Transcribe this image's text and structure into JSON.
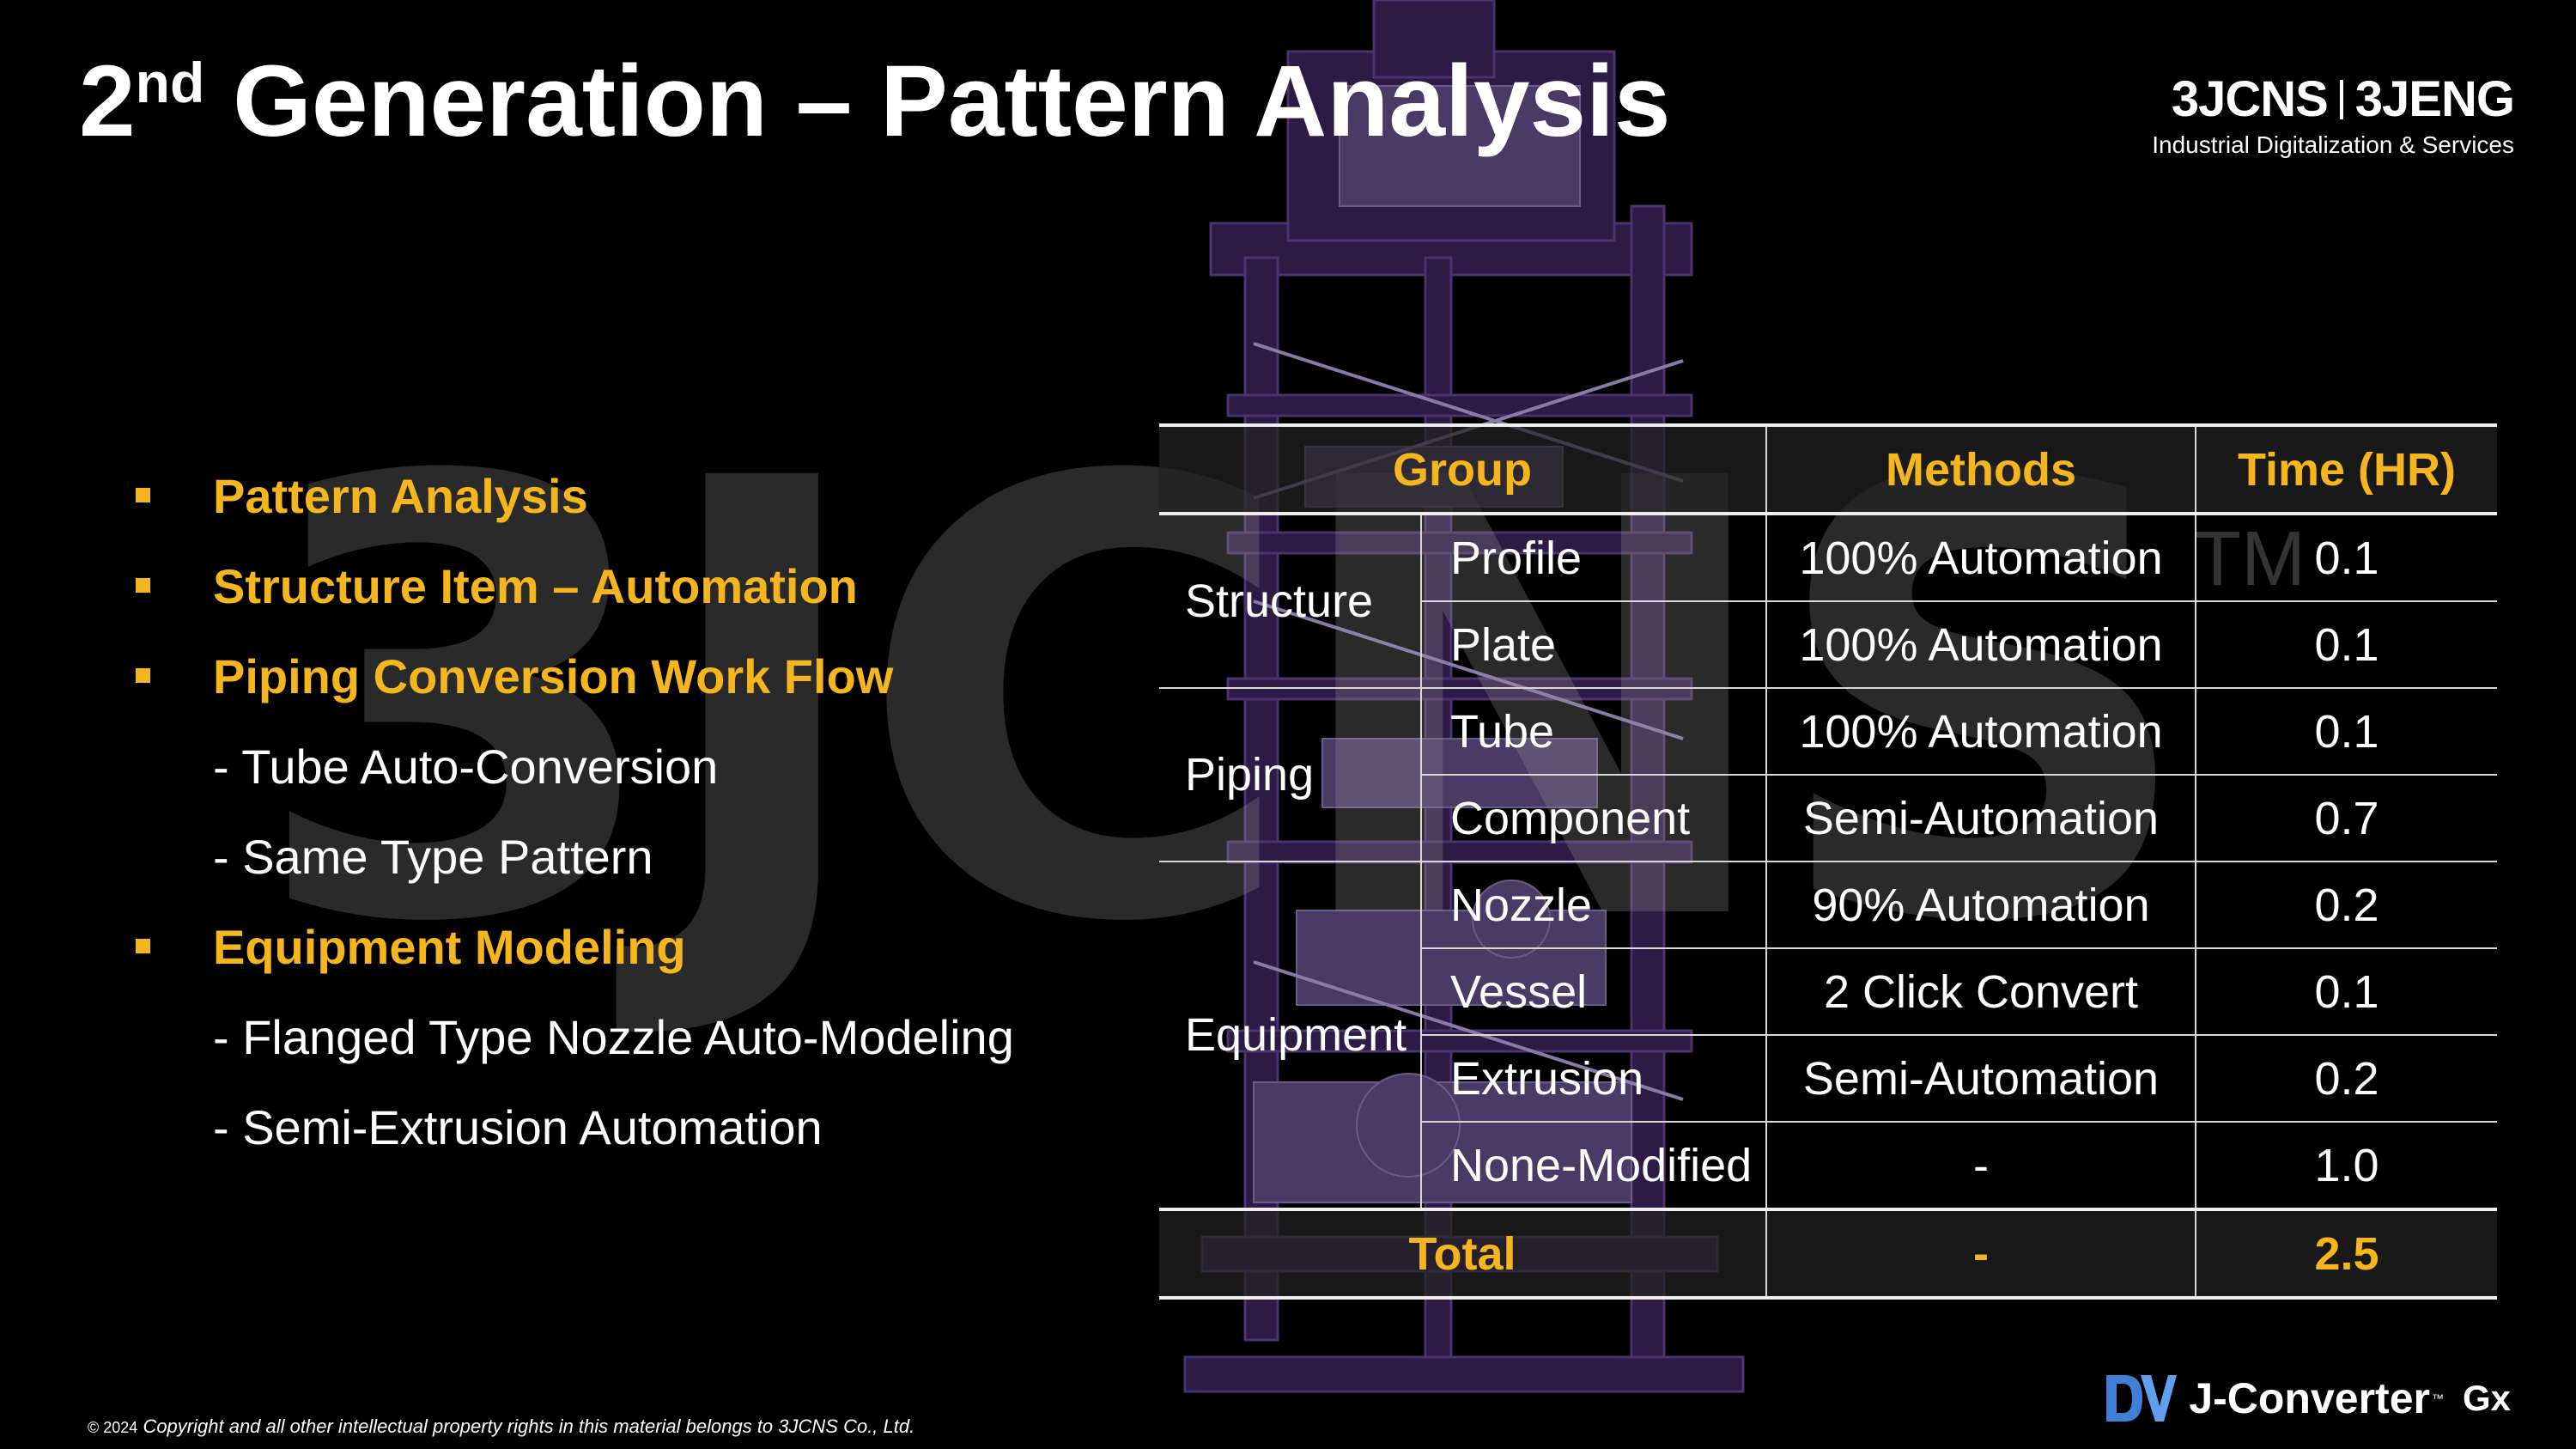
{
  "slide": {
    "title_main": "2",
    "title_sup": "nd",
    "title_rest": " Generation – Pattern Analysis"
  },
  "brand": {
    "left": "3JCNS",
    "right": "3JENG",
    "tagline": "Industrial Digitalization & Services"
  },
  "watermark": {
    "text": "3JCNS",
    "tm": "TM"
  },
  "bullets": [
    {
      "text": "Pattern Analysis",
      "level": 1
    },
    {
      "text": "Structure Item – Automation",
      "level": 1
    },
    {
      "text": "Piping Conversion Work Flow",
      "level": 1
    },
    {
      "text": "- Tube Auto-Conversion",
      "level": 2
    },
    {
      "text": "- Same Type Pattern",
      "level": 2
    },
    {
      "text": "Equipment Modeling",
      "level": 1
    },
    {
      "text": "- Flanged Type Nozzle Auto-Modeling",
      "level": 2
    },
    {
      "text": "- Semi-Extrusion Automation",
      "level": 2
    }
  ],
  "table": {
    "headers": {
      "group": "Group",
      "methods": "Methods",
      "time": "Time (HR)"
    },
    "groups": {
      "structure": "Structure",
      "piping": "Piping",
      "equipment": "Equipment"
    },
    "rows": [
      {
        "item": "Profile",
        "method": "100% Automation",
        "time": "0.1"
      },
      {
        "item": "Plate",
        "method": "100% Automation",
        "time": "0.1"
      },
      {
        "item": "Tube",
        "method": "100% Automation",
        "time": "0.1"
      },
      {
        "item": "Component",
        "method": "Semi-Automation",
        "time": "0.7"
      },
      {
        "item": "Nozzle",
        "method": "90% Automation",
        "time": "0.2"
      },
      {
        "item": "Vessel",
        "method": "2 Click Convert",
        "time": "0.1"
      },
      {
        "item": "Extrusion",
        "method": "Semi-Automation",
        "time": "0.2"
      },
      {
        "item": "None-Modified",
        "method": "-",
        "time": "1.0"
      }
    ],
    "total": {
      "label": "Total",
      "method": "-",
      "time": "2.5"
    }
  },
  "footer": {
    "year": "© 2024",
    "text": "Copyright and all other intellectual property rights in this material belongs to 3JCNS Co., Ltd."
  },
  "product_logo": {
    "name": "J-Converter",
    "tm": "™",
    "suffix": "Gx"
  },
  "colors": {
    "accent": "#f5b51c",
    "background": "#000000",
    "machine": "#3a2456"
  }
}
